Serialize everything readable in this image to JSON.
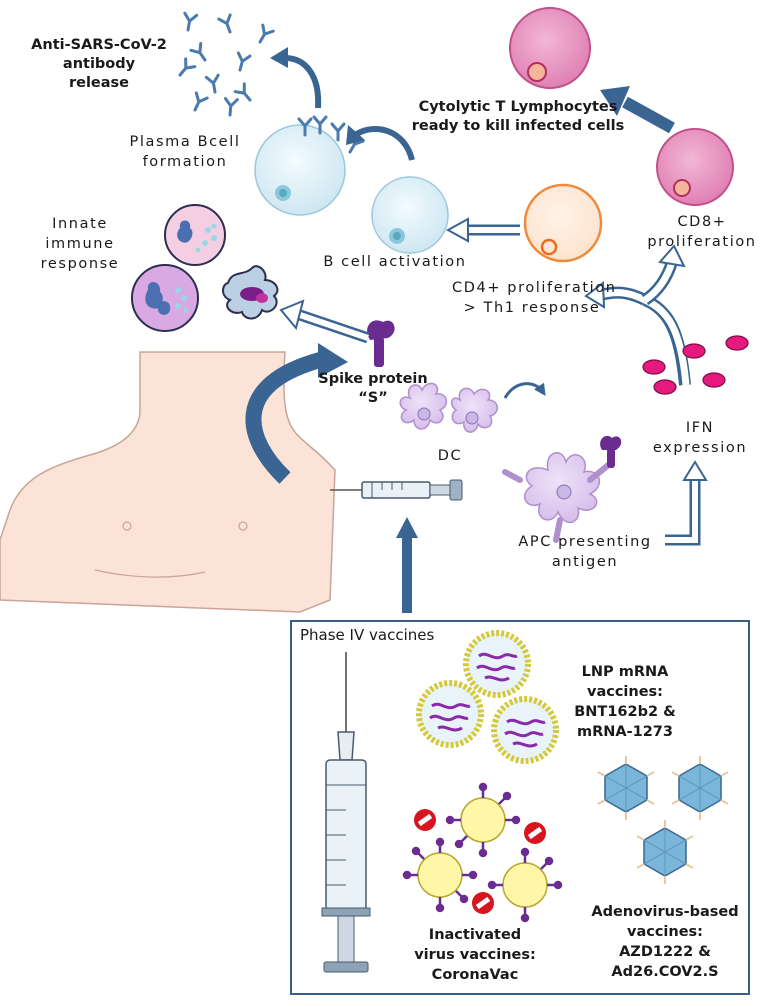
{
  "labels": {
    "antibody_release": "Anti-SARS-CoV-2 antibody release",
    "antibody_release_lines": [
      "Anti-SARS-CoV-2",
      "antibody",
      "release"
    ],
    "plasma_bcell_lines": [
      "Plasma Bcell",
      "formation"
    ],
    "ctl_lines": [
      "Cytolytic T  Lymphocytes",
      "ready to kill  infected cells"
    ],
    "innate_lines": [
      "Innate",
      "immune",
      "response"
    ],
    "bcell_activation": "B cell activation",
    "cd8_lines": [
      "CD8+",
      "proliferation"
    ],
    "cd4_lines": [
      "CD4+ proliferation",
      "> Th1 response"
    ],
    "spike_lines": [
      "Spike protein",
      "“S”"
    ],
    "dc": "DC",
    "ifn_lines": [
      "IFN",
      "expression"
    ],
    "apc_lines": [
      "APC presenting",
      "antigen"
    ]
  },
  "vaccines": {
    "box_title": "Phase IV vaccines",
    "lnp_lines": [
      "LNP mRNA",
      "vaccines:",
      "BNT162b2 &",
      "mRNA-1273"
    ],
    "inactivated_lines": [
      "Inactivated",
      "virus vaccines:",
      "CoronaVac"
    ],
    "adeno_lines": [
      "Adenovirus-based",
      "vaccines:",
      "AZD1222 &",
      "Ad26.COV2.S"
    ]
  },
  "colors": {
    "arrow_blue": "#3a6592",
    "hollow_arrow": "#3a6592",
    "bcell_fill": "#d6ecf5",
    "bcell_stroke": "#9cc8dc",
    "cd4_stroke": "#ee8a3a",
    "cd8_fill": "#e58ab8",
    "cd8_stroke": "#c2508a",
    "dc_fill": "#dcc6ee",
    "dc_stroke": "#b08fcf",
    "spike_purple": "#6a2c91",
    "skin": "#fbe3d8",
    "skin_stroke": "#c8a597",
    "ifn_pink": "#e5197e",
    "box_border": "#3a5f86",
    "virus_yellow": "#fff7a8",
    "virus_purple": "#6a2c91",
    "adeno_fill": "#7ab6d9",
    "inhibit_red": "#d8141f"
  }
}
